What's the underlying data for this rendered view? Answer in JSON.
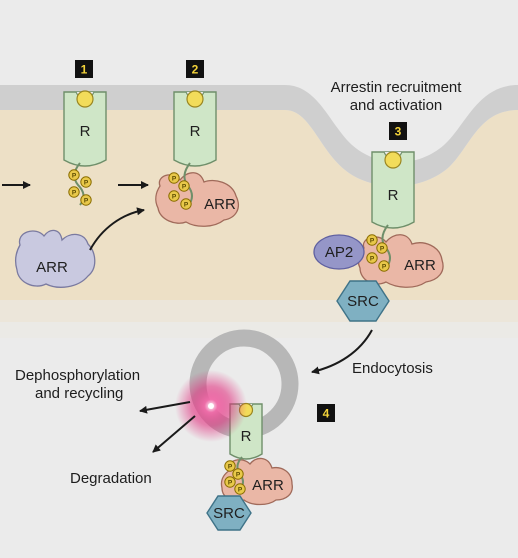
{
  "steps": [
    "1",
    "2",
    "3",
    "4"
  ],
  "labels": {
    "receptor": "R",
    "arrestin": "ARR",
    "ap2": "AP2",
    "src": "SRC",
    "phospho": "P",
    "recruitment_line1": "Arrestin recruitment",
    "recruitment_line2": "and activation",
    "endocytosis": "Endocytosis",
    "dephos_line1": "Dephosphorylation",
    "dephos_line2": "and recycling",
    "degradation": "Degradation"
  },
  "colors": {
    "background": "#ebebeb",
    "membrane_grey": "#cfcfcf",
    "membrane_tan": "#ede0c6",
    "receptor_fill": "#cfe6c7",
    "ligand": "#f2dc5a",
    "arrestin_active": "#eab7a6",
    "arrestin_inactive": "#c9c9e0",
    "ap2": "#9596c8",
    "src": "#7fb0c2",
    "phosphate": "#e8c84a",
    "vesicle": "#b7b7b7",
    "glow": "#e0287a"
  }
}
